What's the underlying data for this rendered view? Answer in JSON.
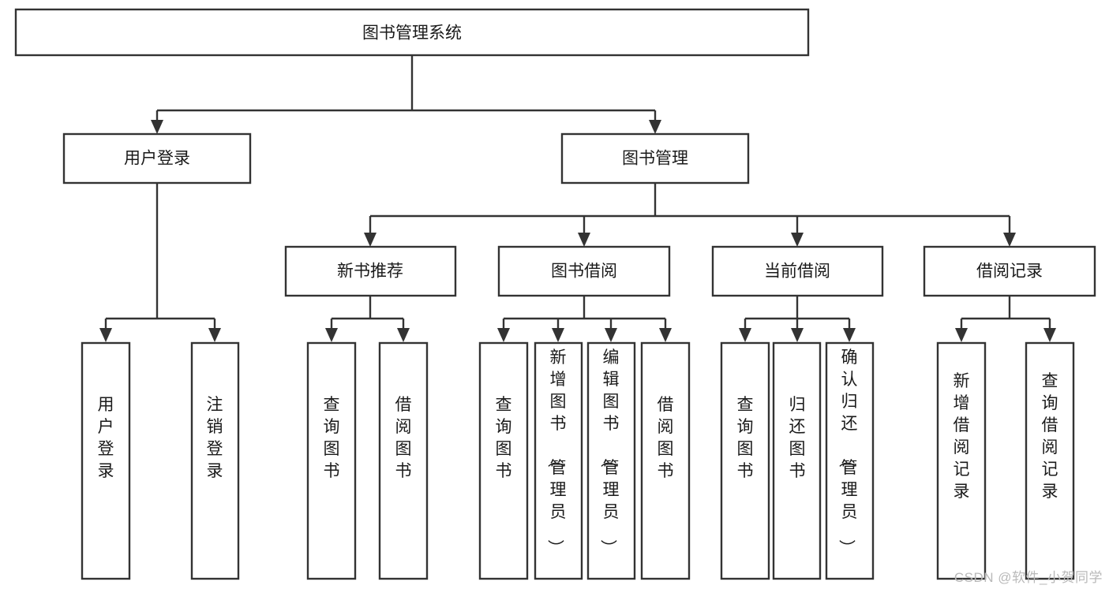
{
  "diagram": {
    "type": "tree",
    "title": "图书管理系统",
    "watermark": "CSDN @软件_小贺同学",
    "colors": {
      "stroke": "#333333",
      "fill": "#ffffff",
      "text": "#1a1a1a",
      "watermark": "#b9b9b9"
    },
    "levels": {
      "root": {
        "label": "图书管理系统"
      },
      "level2": [
        {
          "label": "用户登录"
        },
        {
          "label": "图书管理"
        }
      ],
      "level3": [
        {
          "label": "新书推荐"
        },
        {
          "label": "图书借阅"
        },
        {
          "label": "当前借阅"
        },
        {
          "label": "借阅记录"
        }
      ],
      "leaves": [
        {
          "label": "用户登录",
          "parent": "用户登录"
        },
        {
          "label": "注销登录",
          "parent": "用户登录"
        },
        {
          "label": "查询图书",
          "parent": "新书推荐"
        },
        {
          "label": "借阅图书",
          "parent": "新书推荐"
        },
        {
          "label": "查询图书",
          "parent": "图书借阅"
        },
        {
          "label": "新增图书（管理员）",
          "parent": "图书借阅"
        },
        {
          "label": "编辑图书（管理员）",
          "parent": "图书借阅"
        },
        {
          "label": "借阅图书",
          "parent": "图书借阅"
        },
        {
          "label": "查询图书",
          "parent": "当前借阅"
        },
        {
          "label": "归还图书",
          "parent": "当前借阅"
        },
        {
          "label": "确认归还（管理员）",
          "parent": "当前借阅"
        },
        {
          "label": "新增借阅记录",
          "parent": "借阅记录"
        },
        {
          "label": "查询借阅记录",
          "parent": "借阅记录"
        }
      ]
    }
  }
}
